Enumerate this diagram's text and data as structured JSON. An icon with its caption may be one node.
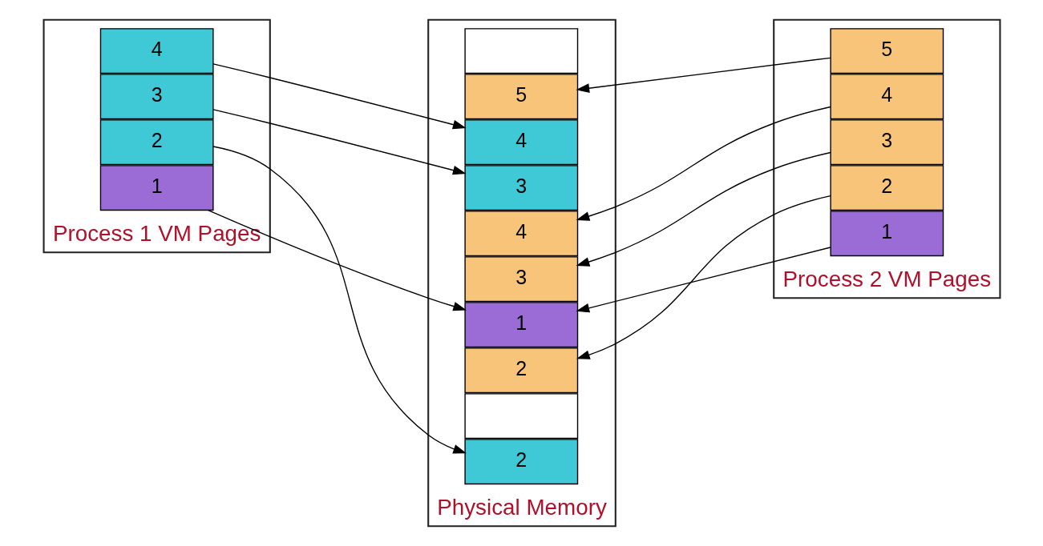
{
  "diagram": {
    "nodes": [
      {
        "text": [
          "Process 1 VM Pages"
        ]
      },
      {
        "text": [
          "4"
        ],
        "in": 0
      },
      {
        "text": [
          "3"
        ],
        "in": 0
      },
      {
        "text": [
          "2"
        ],
        "in": 0
      },
      {
        "text": [
          "1"
        ],
        "in": 0
      },
      {
        "text": [
          "Physical Memory"
        ]
      },
      {
        "text": [],
        "shape": "box",
        "in": 5
      },
      {
        "text": [
          "5"
        ],
        "in": 5
      },
      {
        "text": [
          "4"
        ],
        "in": 5
      },
      {
        "text": [
          "3"
        ],
        "in": 5
      },
      {
        "text": [
          "4"
        ],
        "in": 5
      },
      {
        "text": [
          "3"
        ],
        "in": 5
      },
      {
        "text": [
          "1"
        ],
        "in": 5
      },
      {
        "text": [
          "2"
        ],
        "in": 5
      },
      {
        "text": [],
        "shape": "box",
        "in": 5
      },
      {
        "text": [
          "2"
        ],
        "in": 5
      },
      {
        "text": [
          "Process 2 VM Pages"
        ]
      },
      {
        "text": [
          "5"
        ],
        "in": 16
      },
      {
        "text": [
          "4"
        ],
        "in": 16
      },
      {
        "text": [
          "3"
        ],
        "in": 16
      },
      {
        "text": [
          "2"
        ],
        "in": 16
      },
      {
        "text": [
          "1"
        ],
        "in": 16
      }
    ],
    "edges": [
      {
        "from": 1,
        "to": 8,
        "arrow": "to"
      },
      {
        "from": 2,
        "to": 9,
        "arrow": "to"
      },
      {
        "from": 3,
        "to": 15,
        "arrow": "to"
      },
      {
        "from": 4,
        "to": 12,
        "arrow": "to"
      },
      {
        "from": 17,
        "to": 7,
        "arrow": "to"
      },
      {
        "from": 18,
        "to": 10,
        "arrow": "to"
      },
      {
        "from": 19,
        "to": 11,
        "arrow": "to"
      },
      {
        "from": 21,
        "to": 12,
        "arrow": "to"
      },
      {
        "from": 20,
        "to": 13,
        "arrow": "to"
      }
    ]
  }
}
